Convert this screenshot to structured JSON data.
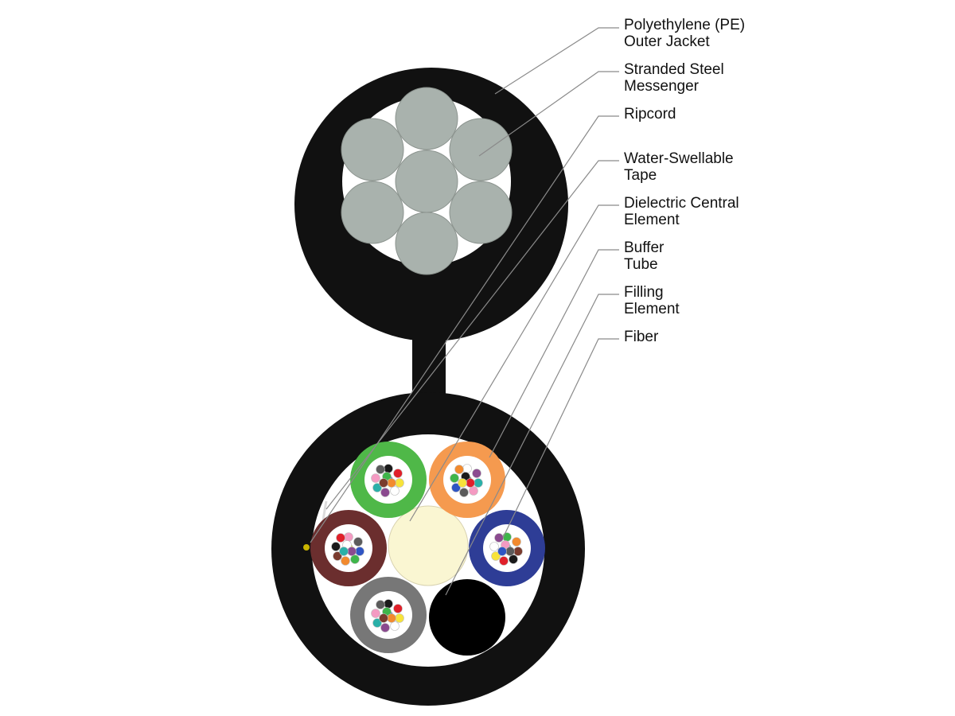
{
  "labels": [
    {
      "id": "pe-jacket",
      "lines": [
        "Polyethylene (PE)",
        "Outer Jacket"
      ]
    },
    {
      "id": "steel-messenger",
      "lines": [
        "Stranded Steel",
        "Messenger"
      ]
    },
    {
      "id": "ripcord",
      "lines": [
        "Ripcord"
      ]
    },
    {
      "id": "water-swellable-tape",
      "lines": [
        "Water-Swellable",
        "Tape"
      ]
    },
    {
      "id": "dielectric-central-element",
      "lines": [
        "Dielectric Central",
        "Element"
      ]
    },
    {
      "id": "buffer-tube",
      "lines": [
        "Buffer",
        "Tube"
      ]
    },
    {
      "id": "filling-element",
      "lines": [
        "Filling",
        "Element"
      ]
    },
    {
      "id": "fiber",
      "lines": [
        "Fiber"
      ]
    }
  ],
  "colors": {
    "jacket": "#111111",
    "tape": "#ffffff",
    "steel": "#a9b2ad",
    "steel_edge": "#8c948f",
    "central_element": "#faf6d2",
    "filler": "#000000",
    "leader_line": "#8a8a8a",
    "label_text": "#111111"
  },
  "buffer_tubes": [
    {
      "id": "green",
      "color": "#4fb848"
    },
    {
      "id": "orange",
      "color": "#f59a4f"
    },
    {
      "id": "brown",
      "color": "#6b2e2e"
    },
    {
      "id": "blue",
      "color": "#2e3d96"
    },
    {
      "id": "gray",
      "color": "#777777"
    }
  ],
  "fiber_colors": [
    "#1a1a1a",
    "#e0202a",
    "#f7e33a",
    "#ffffff",
    "#8b4a8f",
    "#2ab0a8",
    "#f49ac2",
    "#5b5b5b",
    "#2f55c4",
    "#3fb54a",
    "#f28a2e",
    "#7a3b2e"
  ]
}
